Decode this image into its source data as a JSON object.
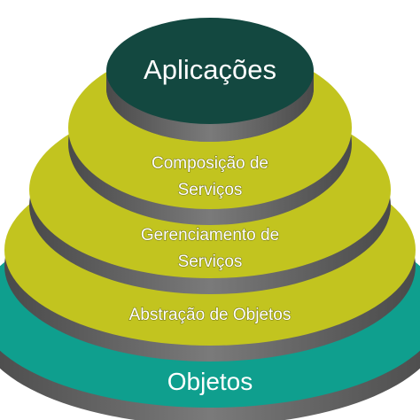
{
  "diagram": {
    "layers": [
      {
        "id": "aplicacoes",
        "lines": [
          "Aplicações"
        ],
        "color": "#134840"
      },
      {
        "id": "composicao",
        "lines": [
          "Composição de",
          "Serviços"
        ],
        "color": "#c2c41f"
      },
      {
        "id": "gerenciamento",
        "lines": [
          "Gerenciamento de",
          "Serviços"
        ],
        "color": "#c2c41f"
      },
      {
        "id": "abstracao",
        "lines": [
          "Abstração de Objetos"
        ],
        "color": "#c2c41f"
      },
      {
        "id": "objetos",
        "lines": [
          "Objetos"
        ],
        "color": "#0f9f8e"
      }
    ],
    "side_color": "#6e6e6e"
  }
}
